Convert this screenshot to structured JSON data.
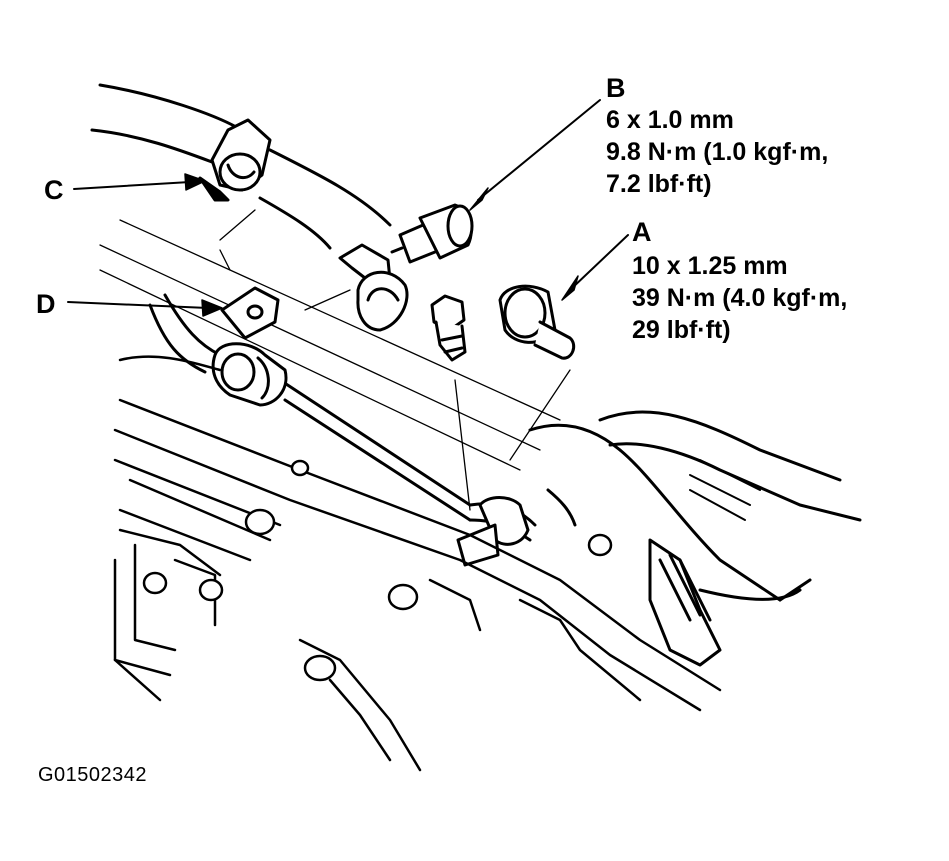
{
  "callouts": {
    "A": {
      "letter": "A",
      "lines": [
        "10 x 1.25 mm",
        "39 N·m (4.0 kgf·m,",
        "29 lbf·ft)"
      ]
    },
    "B": {
      "letter": "B",
      "lines": [
        "6 x 1.0 mm",
        "9.8 N·m (1.0 kgf·m,",
        "7.2 lbf·ft)"
      ]
    },
    "C": {
      "letter": "C"
    },
    "D": {
      "letter": "D"
    }
  },
  "figure_code": "G01502342"
}
